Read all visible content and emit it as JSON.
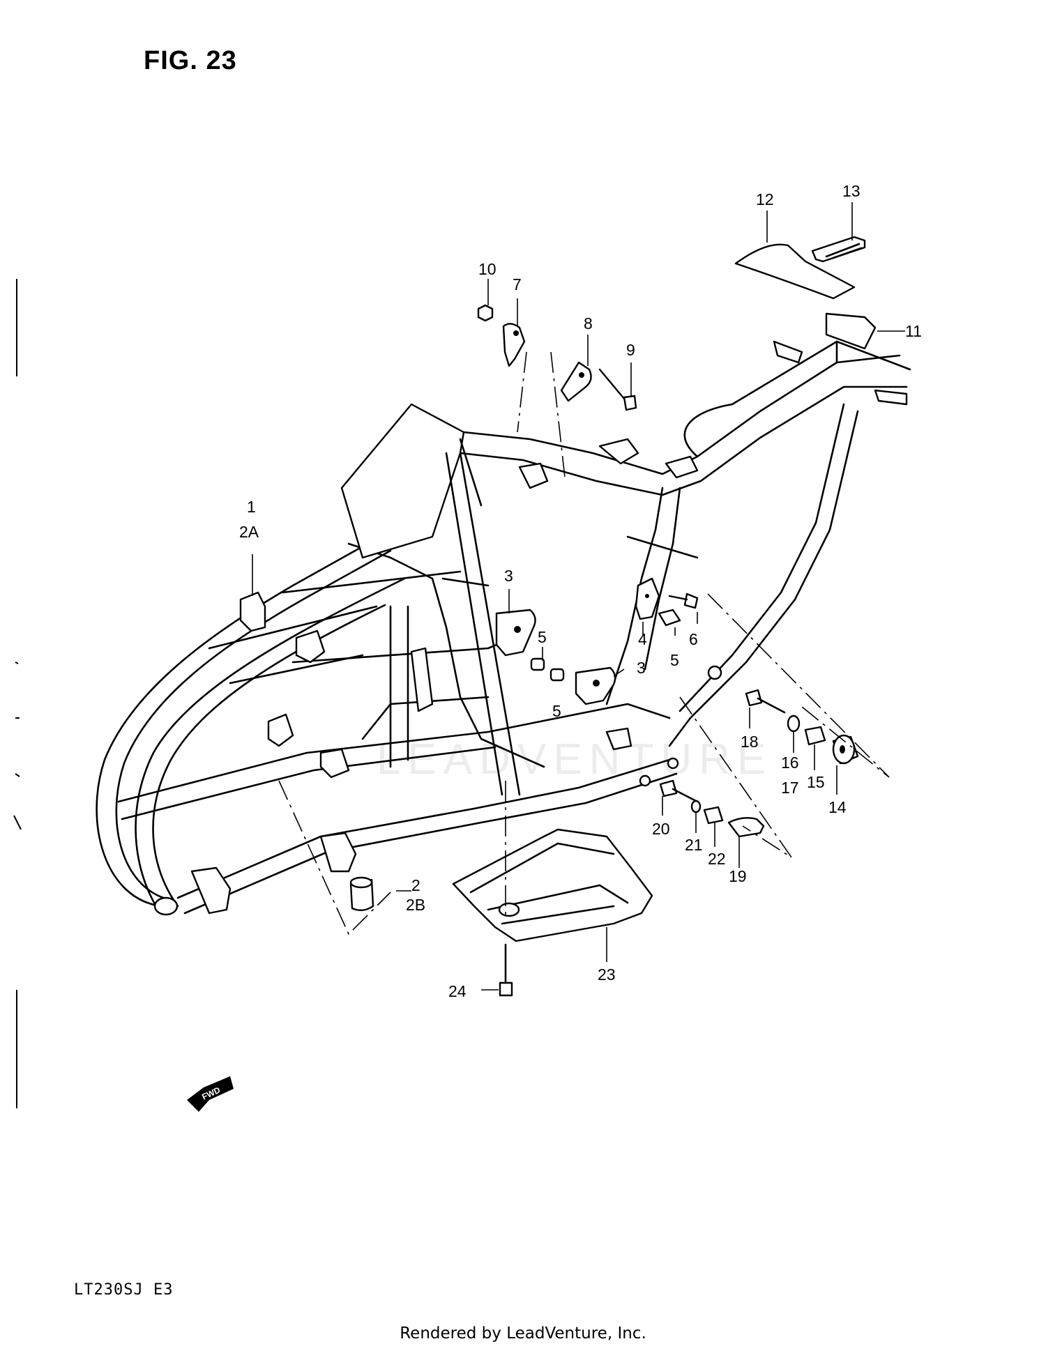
{
  "figure": {
    "title": "FIG. 23"
  },
  "model": {
    "code": "LT230SJ  E3"
  },
  "footer": {
    "credit": "Rendered by LeadVenture, Inc."
  },
  "watermark": {
    "text": "LEADVENTURE"
  },
  "fwd_badge": {
    "text": "FWD"
  },
  "callouts": [
    "1",
    "2A",
    "2",
    "2B",
    "3",
    "3",
    "4",
    "5",
    "5",
    "5",
    "6",
    "7",
    "8",
    "9",
    "10",
    "11",
    "12",
    "13",
    "14",
    "15",
    "16",
    "17",
    "18",
    "19",
    "20",
    "21",
    "22",
    "23",
    "24"
  ]
}
